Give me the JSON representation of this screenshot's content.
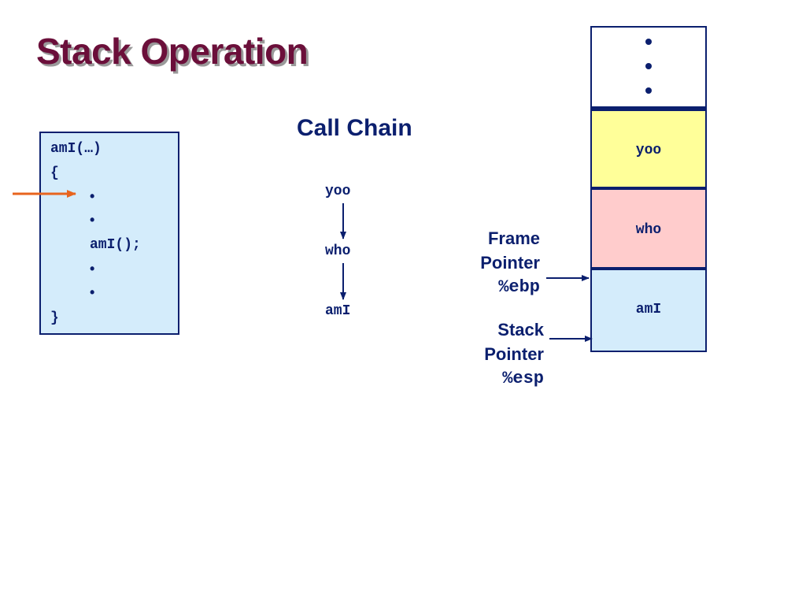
{
  "title": "Stack Operation",
  "code": {
    "header": "amI(…)",
    "open_brace": "{",
    "bullet1": "•",
    "bullet2": "•",
    "call": "amI();",
    "bullet3": "•",
    "bullet4": "•",
    "close_brace": "}"
  },
  "call_chain": {
    "title": "Call Chain",
    "nodes": [
      "yoo",
      "who",
      "amI"
    ]
  },
  "stack": {
    "frames": [
      {
        "label": "yoo",
        "color": "#ffff99"
      },
      {
        "label": "who",
        "color": "#ffcccc"
      },
      {
        "label": "amI",
        "color": "#d4ecfb"
      }
    ]
  },
  "registers": {
    "frame_pointer": {
      "line1": "Frame",
      "line2": "Pointer",
      "reg": "%ebp"
    },
    "stack_pointer": {
      "line1": "Stack",
      "line2": "Pointer",
      "reg": "%esp"
    }
  },
  "colors": {
    "title": "#6b0f3a",
    "text": "#0b1f6e",
    "pc_arrow": "#e8641e"
  }
}
